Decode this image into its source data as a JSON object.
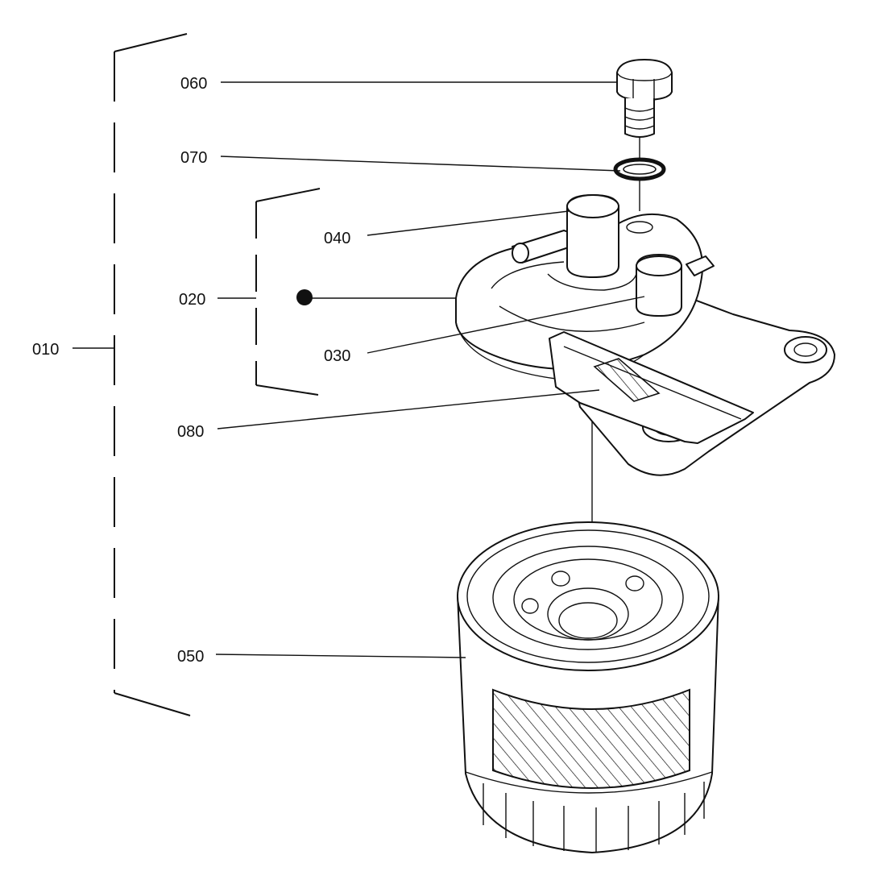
{
  "callouts": {
    "c010": "010",
    "c020": "020",
    "c030": "030",
    "c040": "040",
    "c050": "050",
    "c060": "060",
    "c070": "070",
    "c080": "080"
  },
  "colors": {
    "line": "#111111",
    "background": "#ffffff"
  }
}
